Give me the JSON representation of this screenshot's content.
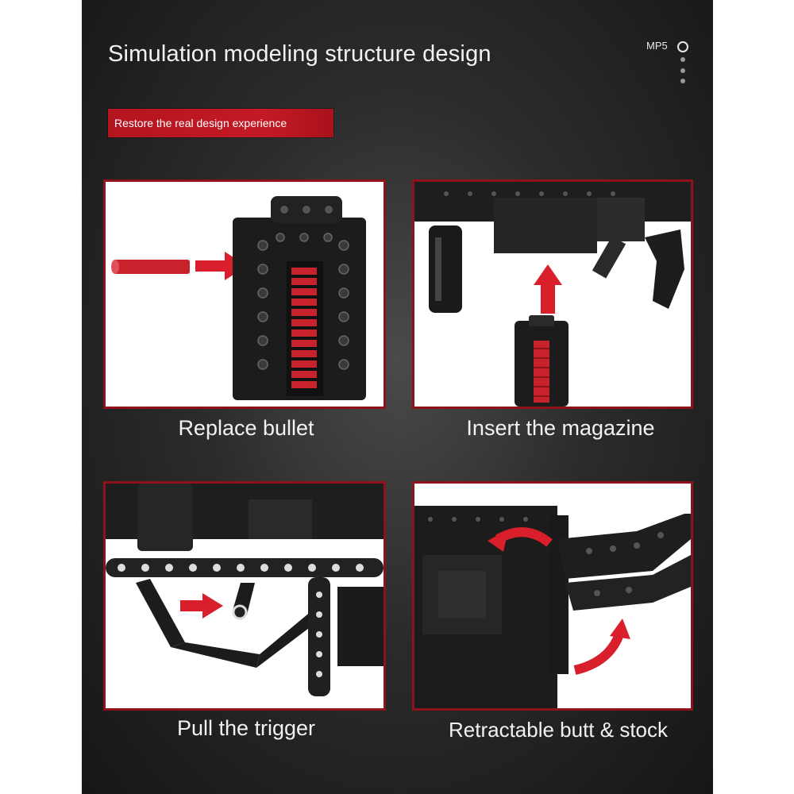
{
  "header": {
    "title": "Simulation modeling structure design",
    "model_label": "MP5",
    "banner_text": "Restore the real design experience"
  },
  "panels": [
    {
      "caption": "Replace bullet"
    },
    {
      "caption": "Insert the magazine"
    },
    {
      "caption": "Pull the trigger"
    },
    {
      "caption": "Retractable butt & stock"
    }
  ],
  "colors": {
    "accent_red": "#c41a25",
    "frame_red": "#8f1119",
    "brick_black": "#1c1c1c"
  }
}
